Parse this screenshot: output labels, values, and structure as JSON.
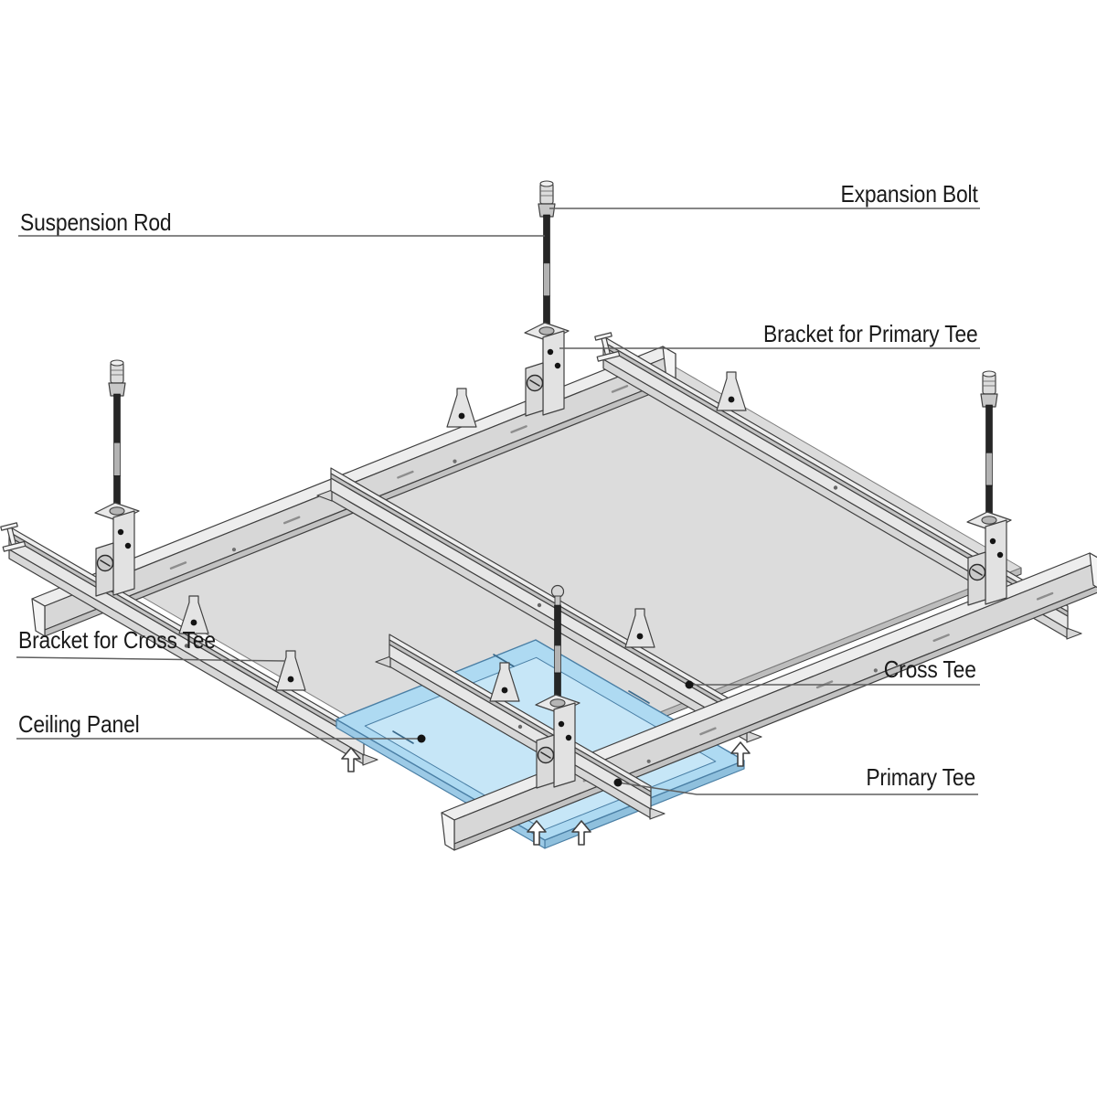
{
  "labels": {
    "suspension_rod": "Suspension Rod",
    "expansion_bolt": "Expansion Bolt",
    "bracket_primary_tee": "Bracket for Primary Tee",
    "bracket_cross_tee": "Bracket for Cross Tee",
    "ceiling_panel": "Ceiling Panel",
    "cross_tee": "Cross Tee",
    "primary_tee": "Primary Tee"
  },
  "colors": {
    "background": "#ffffff",
    "label_text": "#1a1a1a",
    "leader_line": "#5f5f5f",
    "leader_dot": "#141414",
    "outline": "#404040",
    "metal_light": "#ededed",
    "metal_mid": "#d7d7d7",
    "metal_dark": "#c2c2c2",
    "rod_dark": "#262626",
    "rod_light": "#b3b3b3",
    "panel_gray": "#dcdcdc",
    "panel_gray_edge": "#bdbdbd",
    "panel_blue": "#aedaf2",
    "panel_blue_inner": "#c6e6f7",
    "panel_blue_edge": "#4a7fa5"
  }
}
